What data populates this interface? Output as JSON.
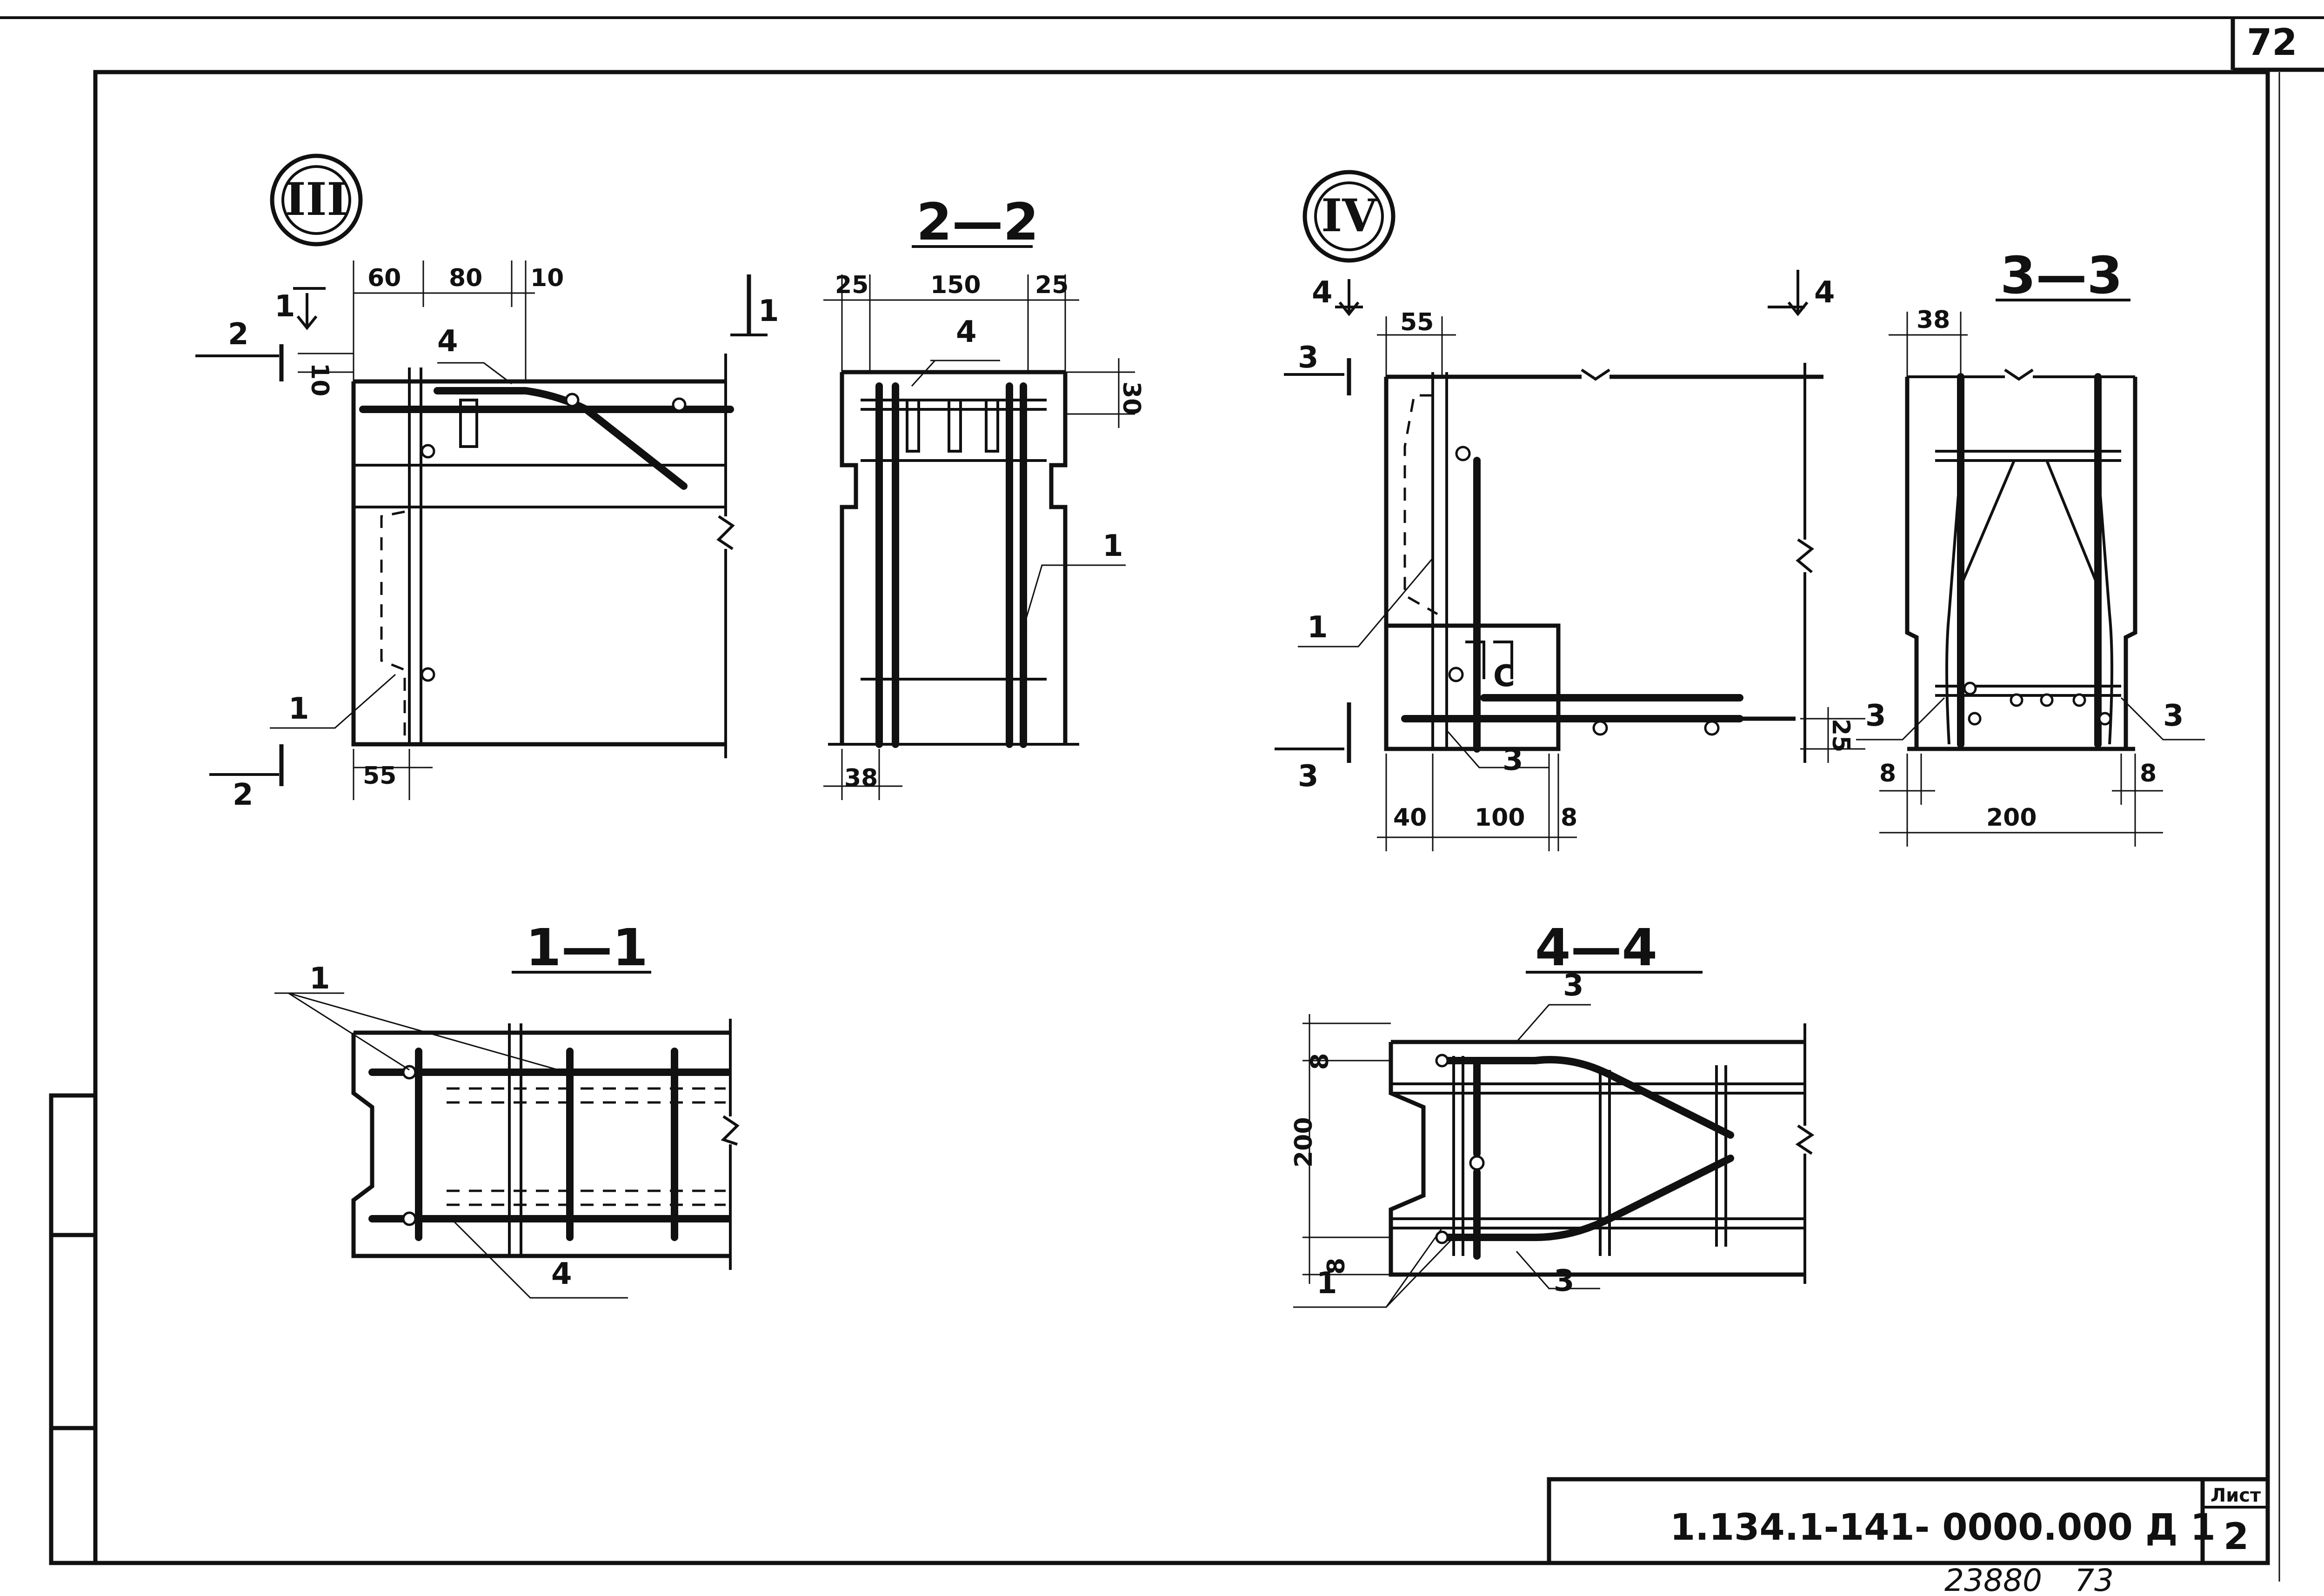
{
  "sheet": {
    "page_number": "72",
    "code": "1.134.1-141- 0000.000 Д 1",
    "sheet_label": "Лист",
    "sheet_number": "2",
    "footer_id": "23880",
    "footer_num": "73"
  },
  "view_III": {
    "marker": "III",
    "dims": {
      "a": "60",
      "b": "80",
      "c": "10",
      "d": "10",
      "e": "55"
    },
    "cut_1": "1",
    "cut_2": "2",
    "labels": {
      "bar_4": "4",
      "bar_1": "1"
    }
  },
  "section_2_2": {
    "title": "2—2",
    "dims": {
      "left": "25",
      "mid": "150",
      "right": "25",
      "height": "30",
      "bottom": "38"
    },
    "labels": {
      "bar_4": "4",
      "bar_1": "1"
    }
  },
  "section_1_1": {
    "title": "1—1",
    "labels": {
      "bar_1": "1",
      "bar_4": "4"
    }
  },
  "view_IV": {
    "marker": "IV",
    "dims": {
      "top": "55",
      "b1": "40",
      "b2": "100",
      "b3": "8",
      "h": "25"
    },
    "cut_4": "4",
    "cut_3": "3",
    "labels": {
      "bar_1": "1",
      "bar_3": "3",
      "c": "C"
    }
  },
  "section_3_3": {
    "title": "3—3",
    "dims": {
      "top": "38",
      "l": "8",
      "r": "8",
      "width": "200"
    },
    "labels": {
      "left": "3",
      "right": "3"
    }
  },
  "section_4_4": {
    "title": "4—4",
    "dims": {
      "top": "8",
      "mid": "200",
      "bot": "8"
    },
    "labels": {
      "top3": "3",
      "bot3": "3",
      "bar1": "1"
    }
  }
}
